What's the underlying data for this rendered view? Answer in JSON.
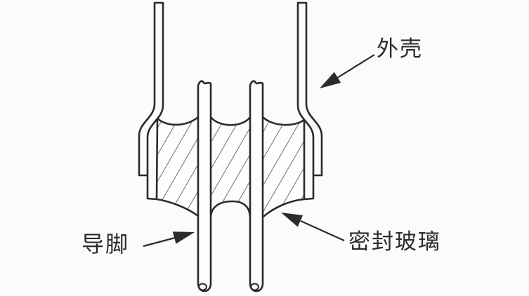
{
  "diagram": {
    "labels": {
      "shell": "外壳",
      "lead": "导脚",
      "glass": "密封玻璃"
    },
    "colors": {
      "line": "#2b2b2b",
      "hatch": "#4a4a4a",
      "background": "#fbfbfb",
      "text": "#2b2b2b"
    }
  }
}
